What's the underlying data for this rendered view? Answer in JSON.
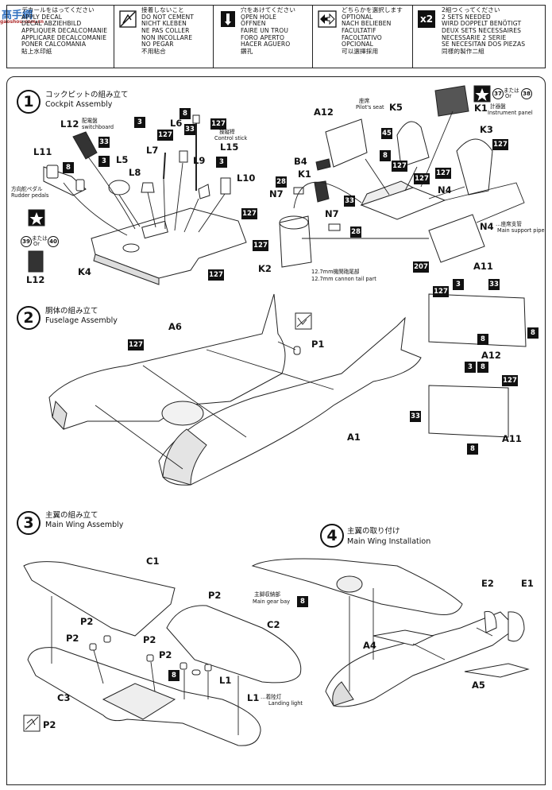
{
  "watermark": {
    "text": "高手網",
    "sub": "gaoshou.com.cn"
  },
  "legend": {
    "cells": [
      {
        "id": "apply-decal",
        "lines": [
          "デカールをはってください",
          "APPLY DECAL",
          "DECAL ABZIEHBILD",
          "APPLIQUER DECALCOMANIE",
          "APPLICARE DECALCOMANIE",
          "PONER CALCOMANIA",
          "貼上水印紙"
        ]
      },
      {
        "id": "no-cement",
        "lines": [
          "接着しないこと",
          "DO NOT CEMENT",
          "NICHT KLEBEN",
          "NE PAS COLLER",
          "NON INCOLLARE",
          "NO PEGAR",
          "不用粘合"
        ]
      },
      {
        "id": "open-hole",
        "lines": [
          "穴をあけてください",
          "OPEN HOLE",
          "ÖFFNEN",
          "FAIRE UN TROU",
          "FORO APERTO",
          "HACER AGUERO",
          "鑽孔"
        ]
      },
      {
        "id": "optional",
        "lines": [
          "どちらかを選択します",
          "OPTIONAL",
          "NACH BELIEBEN",
          "FACULTATIF",
          "FACOLTATIVO",
          "OPCIONAL",
          "可以選擇採用"
        ]
      },
      {
        "id": "two-sets",
        "badge": "x2",
        "lines": [
          "2組つくってください",
          "2 SETS NEEDED",
          "WIRD DOPPELT BENÖTIGT",
          "DEUX SETS NECESSAIRES",
          "NECESSARIE 2 SERIE",
          "SE NECESITAN DOS PIEZAS",
          "同樣的製作二組"
        ]
      }
    ]
  },
  "steps": [
    {
      "num": "1",
      "jp": "コックピットの組み立て",
      "en": "Cockpit Assembly"
    },
    {
      "num": "2",
      "jp": "胴体の組み立て",
      "en": "Fuselage Assembly"
    },
    {
      "num": "3",
      "jp": "主翼の組み立て",
      "en": "Main Wing Assembly"
    },
    {
      "num": "4",
      "jp": "主翼の取り付け",
      "en": "Main Wing Installation"
    }
  ],
  "step1": {
    "parts": {
      "l12": "L12",
      "l11": "L11",
      "l5": "L5",
      "l8": "L8",
      "l7": "L7",
      "l6": "L6",
      "l15": "L15",
      "l9": "L9",
      "l10": "L10",
      "k4": "K4",
      "k2": "K2",
      "n7a": "N7",
      "n7b": "N7",
      "b4": "B4",
      "k1a": "K1",
      "k5": "K5",
      "a12": "A12",
      "k3": "K3",
      "n4a": "N4",
      "n4b": "N4",
      "a11": "A11",
      "k1b": "K1",
      "l12b": "L12"
    },
    "notes": {
      "switchboard_jp": "配電盤",
      "switchboard_en": "switchboard",
      "rudder_jp": "方向舵ペダル",
      "rudder_en": "Rudder pedals",
      "stick_jp": "操縦桿",
      "stick_en": "Control stick",
      "seat_jp": "座席",
      "seat_en": "Pilot's seat",
      "panel_jp": "計器盤",
      "panel_en": "Instrument panel",
      "pipe": "…座席支管",
      "pipe_en": "Main support pipe",
      "cannon_jp": "12.7mm機関砲尾部",
      "cannon_en": "12.7mm cannon tail part",
      "or_jp": "または",
      "or_en": "Or"
    },
    "tags": {
      "t8": "8",
      "t3": "3",
      "t33": "33",
      "t127": "127",
      "t45": "45",
      "t28": "28",
      "t207": "207"
    },
    "circles": {
      "c37": "37",
      "c38": "38",
      "c39": "39",
      "c40": "40"
    }
  },
  "step2": {
    "parts": {
      "a6": "A6",
      "p1": "P1",
      "a1": "A1",
      "a12": "A12",
      "a11": "A11"
    },
    "tags": {
      "t127": "127",
      "t3": "3",
      "t33": "33",
      "t8": "8"
    }
  },
  "step3": {
    "parts": {
      "c1": "C1",
      "c2": "C2",
      "c3": "C3",
      "p2": "P2",
      "l1": "L1"
    },
    "notes": {
      "landing_jp": "…着陸灯",
      "landing_en": "Landing light"
    },
    "tags": {
      "t8": "8"
    }
  },
  "step4": {
    "parts": {
      "e1": "E1",
      "e2": "E2",
      "a4": "A4",
      "a5": "A5"
    },
    "notes": {
      "gearbay_jp": "主脚収納部",
      "gearbay_en": "Main gear bay"
    },
    "tags": {
      "t8": "8"
    }
  }
}
